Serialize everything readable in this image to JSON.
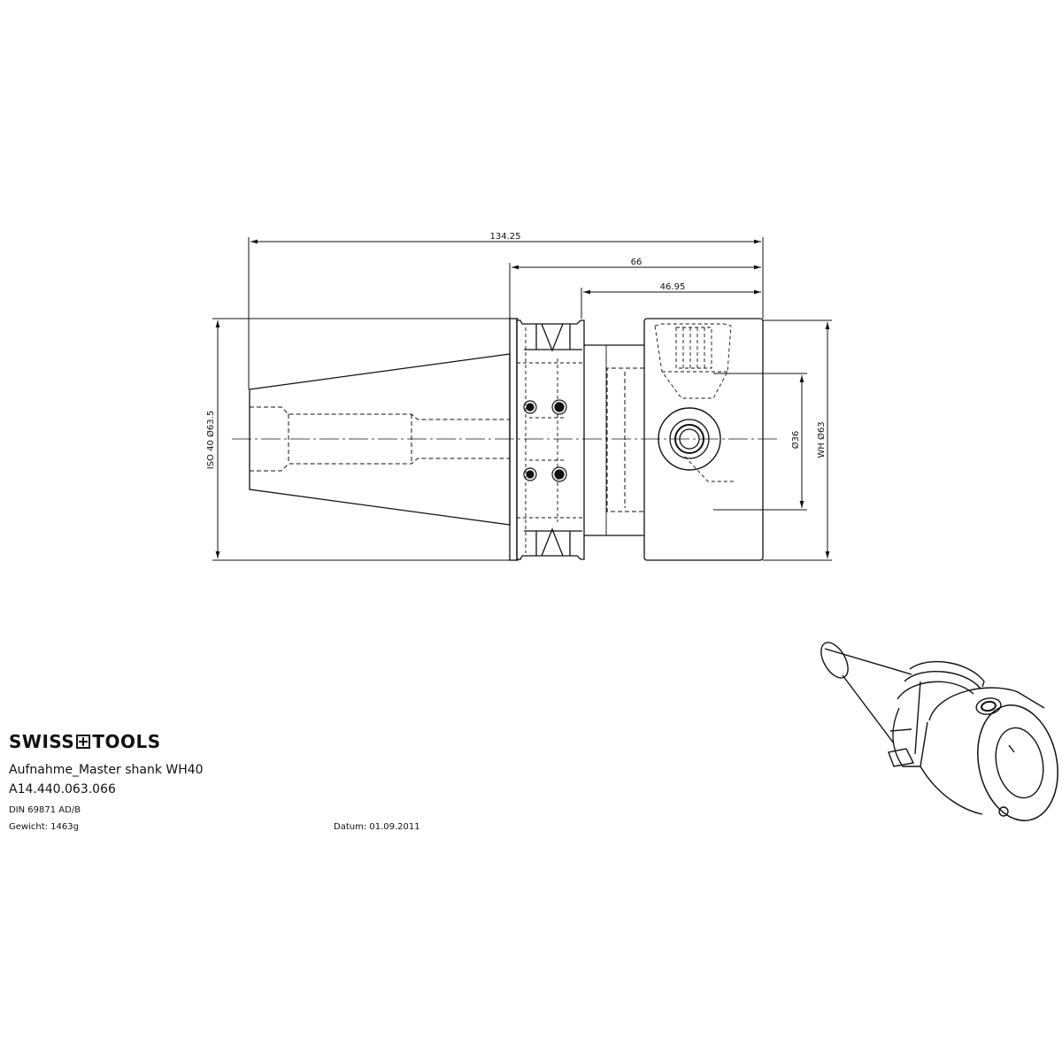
{
  "brand": {
    "name_left": "SWISS",
    "name_right": "TOOLS"
  },
  "title_block": {
    "title": "Aufnahme_Master shank WH40",
    "part_number": "A14.440.063.066",
    "standard": "DIN 69871 AD/B",
    "weight": "Gewicht: 1463g",
    "date": "Datum: 01.09.2011"
  },
  "dimensions": {
    "overall_length": "134.25",
    "length_66": "66",
    "length_46_95": "46.95",
    "taper_diameter": "ISO 40  Ø63.5",
    "bore_diameter": "Ø36",
    "body_diameter": "WH  Ø63"
  }
}
